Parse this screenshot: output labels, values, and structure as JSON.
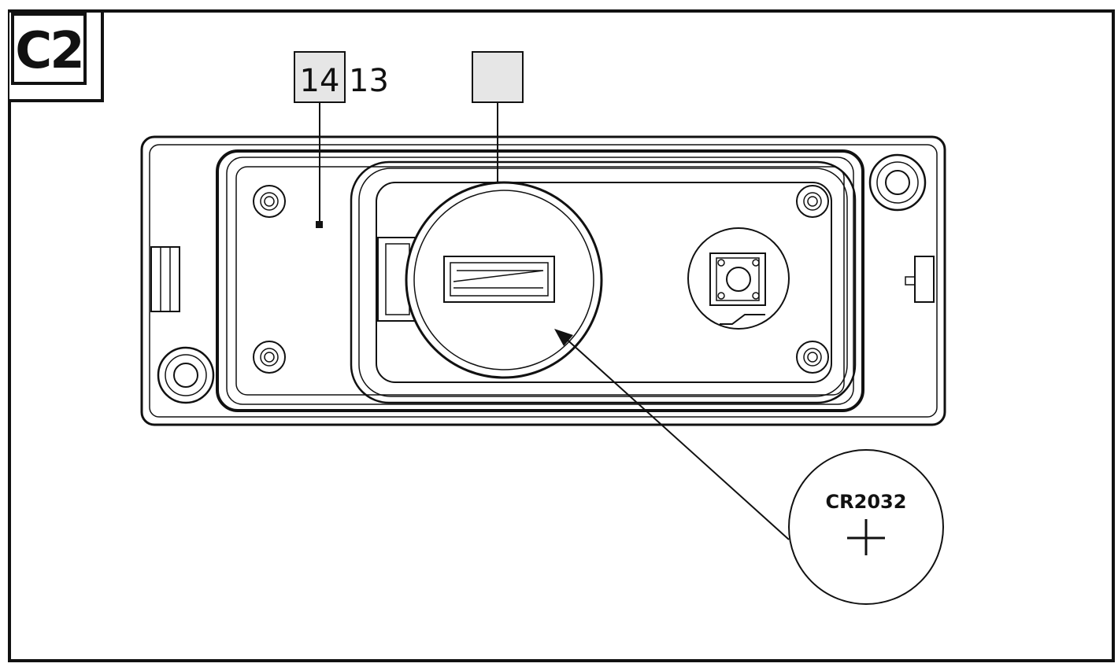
{
  "step": {
    "label": "C2"
  },
  "callouts": [
    {
      "number": "14",
      "extra": "13"
    },
    {
      "number": ""
    }
  ],
  "battery": {
    "model": "CR2032",
    "polarity": "+"
  },
  "colors": {
    "line": "#111111",
    "callout_fill": "#e6e6e6",
    "background": "#ffffff"
  }
}
